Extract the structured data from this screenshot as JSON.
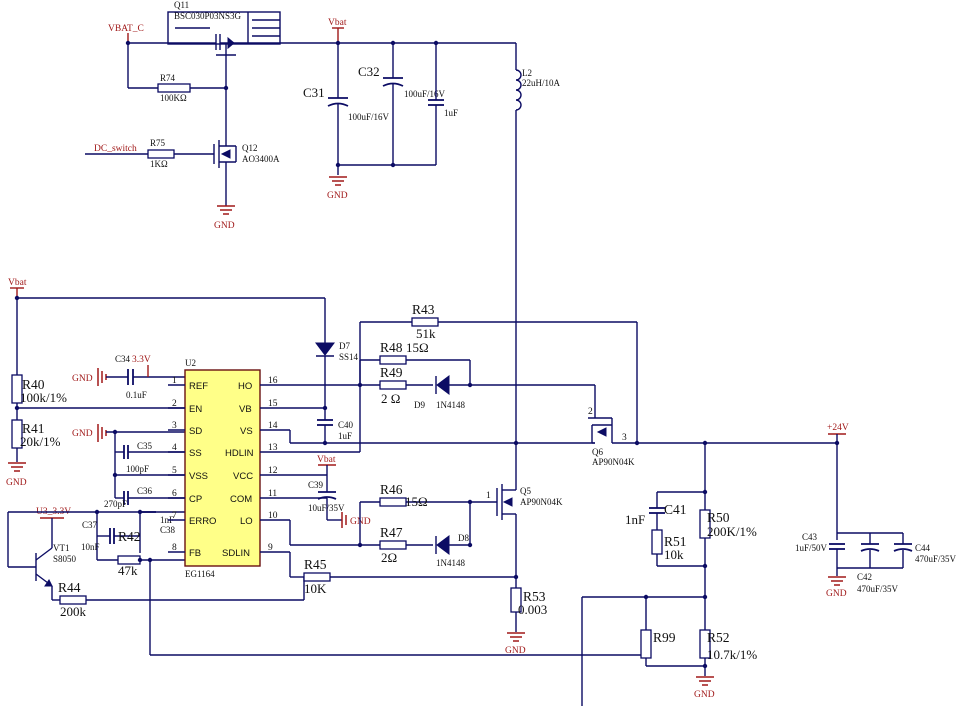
{
  "nets": {
    "vbat_c": "VBAT_C",
    "vbat_top": "Vbat",
    "vbat_left": "Vbat",
    "vbat_vcc": "Vbat",
    "dc_switch": "DC_switch",
    "v33_c34": "3.3V",
    "u3_33v": "U3_3.3V",
    "plus24v": "+24V",
    "gnd": "GND"
  },
  "ic": {
    "designator": "U2",
    "part": "EG1164",
    "left_pins": [
      {
        "num": "1",
        "name": "REF"
      },
      {
        "num": "2",
        "name": "EN"
      },
      {
        "num": "3",
        "name": "SD"
      },
      {
        "num": "4",
        "name": "SS"
      },
      {
        "num": "5",
        "name": "VSS"
      },
      {
        "num": "6",
        "name": "CP"
      },
      {
        "num": "7",
        "name": "ERRO"
      },
      {
        "num": "8",
        "name": "FB"
      }
    ],
    "right_pins": [
      {
        "num": "16",
        "name": "HO"
      },
      {
        "num": "15",
        "name": "VB"
      },
      {
        "num": "14",
        "name": "VS"
      },
      {
        "num": "13",
        "name": "HDLIN"
      },
      {
        "num": "12",
        "name": "VCC"
      },
      {
        "num": "11",
        "name": "COM"
      },
      {
        "num": "10",
        "name": "LO"
      },
      {
        "num": "9",
        "name": "SDLIN"
      }
    ]
  },
  "components": {
    "q11": {
      "ref": "Q11",
      "value": "BSC030P03NS3G"
    },
    "q12": {
      "ref": "Q12",
      "value": "AO3400A"
    },
    "q5": {
      "ref": "Q5",
      "value": "AP90N04K"
    },
    "q6": {
      "ref": "Q6",
      "value": "AP90N04K"
    },
    "vt1": {
      "ref": "VT1",
      "value": "S8050"
    },
    "r74": {
      "ref": "R74",
      "value": "100KΩ"
    },
    "r75": {
      "ref": "R75",
      "value": "1KΩ"
    },
    "r40": {
      "ref": "R40",
      "value": "100k/1%"
    },
    "r41": {
      "ref": "R41",
      "value": "20k/1%"
    },
    "r42": {
      "ref": "R42",
      "value": "47k"
    },
    "r43": {
      "ref": "R43",
      "value": "51k"
    },
    "r44": {
      "ref": "R44",
      "value": "200k"
    },
    "r45": {
      "ref": "R45",
      "value": "10K"
    },
    "r46": {
      "ref": "R46",
      "value": "15Ω"
    },
    "r47": {
      "ref": "R47",
      "value": "2Ω"
    },
    "r48": {
      "ref": "R48",
      "value": "15Ω"
    },
    "r49": {
      "ref": "R49",
      "value": "2 Ω"
    },
    "r50": {
      "ref": "R50",
      "value": "200K/1%"
    },
    "r51": {
      "ref": "R51",
      "value": "10k"
    },
    "r52": {
      "ref": "R52",
      "value": "10.7k/1%"
    },
    "r53": {
      "ref": "R53",
      "value": "0.003"
    },
    "r99": {
      "ref": "R99",
      "value": ""
    },
    "c31": {
      "ref": "C31",
      "value": "100uF/16V"
    },
    "c32": {
      "ref": "C32",
      "value": "100uF/16V"
    },
    "c33": {
      "ref": "",
      "value": "1uF"
    },
    "c34": {
      "ref": "C34",
      "value": "0.1uF"
    },
    "c35": {
      "ref": "C35",
      "value": "100pF"
    },
    "c36": {
      "ref": "C36",
      "value": "270pF"
    },
    "c37": {
      "ref": "C37",
      "value": "10nF"
    },
    "c38": {
      "ref": "C38",
      "value": "1nF"
    },
    "c39": {
      "ref": "C39",
      "value": "10uF/35V"
    },
    "c40": {
      "ref": "C40",
      "value": "1uF"
    },
    "c41": {
      "ref": "C41",
      "value": "1nF"
    },
    "c42": {
      "ref": "C42",
      "value": "470uF/35V"
    },
    "c43": {
      "ref": "C43",
      "value": "1uF/50V"
    },
    "c44": {
      "ref": "C44",
      "value": "470uF/35V"
    },
    "d7": {
      "ref": "D7",
      "value": "SS14"
    },
    "d8": {
      "ref": "D8",
      "value": "1N4148"
    },
    "d9": {
      "ref": "D9",
      "value": "1N4148"
    },
    "l2": {
      "ref": "L2",
      "value": "22uH/10A"
    }
  },
  "colors": {
    "wire": "#0c0c64",
    "net": "#a01818",
    "ic_fill": "#ffff88"
  }
}
